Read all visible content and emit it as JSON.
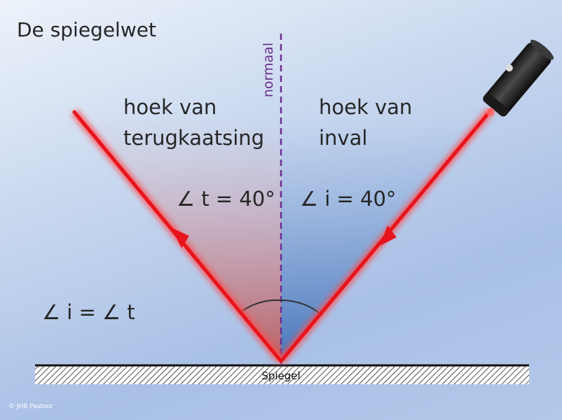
{
  "title": "De spiegelwet",
  "normal_label": "normaal",
  "reflection_label": {
    "line1": "hoek van",
    "line2": "terugkaatsing"
  },
  "incidence_label": {
    "line1": "hoek van",
    "line2": "inval"
  },
  "angle_t": "∠ t = 40°",
  "angle_i": "∠ i = 40°",
  "law": "∠ i = ∠ t",
  "mirror_label": "Spiegel",
  "copyright": "© JHB Pastoor",
  "icons": {
    "light_source": "laser-pointer-icon"
  },
  "colors": {
    "ray": "#e8141c",
    "ray_glow": "#ff5a5a",
    "normal": "#6a2c8f",
    "reflection_fill": "#c96a6a",
    "incidence_fill": "#4f7fc0",
    "mirror": "#111111"
  }
}
